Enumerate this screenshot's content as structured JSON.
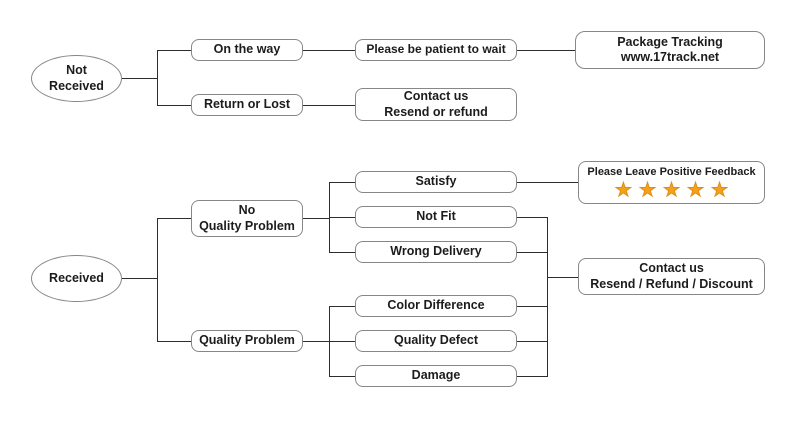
{
  "diagram": {
    "title": "Package received decision flowchart",
    "colors": {
      "background": "#ffffff",
      "box_border": "#878787",
      "connector_line": "#2d2d2d",
      "text": "#1c1c1c",
      "star_fill": "#f6a01d",
      "star_outline": "#e18f0e"
    },
    "nodes": {
      "not_received": {
        "line1": "Not",
        "line2": "Received"
      },
      "received": {
        "label": "Received"
      },
      "on_the_way": {
        "label": "On the way"
      },
      "return_or_lost": {
        "label": "Return or Lost"
      },
      "be_patient": {
        "label": "Please be patient to wait"
      },
      "package_tracking": {
        "line1": "Package Tracking",
        "line2": "www.17track.net"
      },
      "contact_resend_refund": {
        "line1": "Contact us",
        "line2": "Resend or refund"
      },
      "no_quality_problem": {
        "line1": "No",
        "line2": "Quality Problem"
      },
      "quality_problem": {
        "label": "Quality Problem"
      },
      "satisfy": {
        "label": "Satisfy"
      },
      "not_fit": {
        "label": "Not Fit"
      },
      "wrong_delivery": {
        "label": "Wrong Delivery"
      },
      "color_difference": {
        "label": "Color Difference"
      },
      "quality_defect": {
        "label": "Quality Defect"
      },
      "damage": {
        "label": "Damage"
      },
      "positive_feedback": {
        "label": "Please Leave Positive Feedback",
        "stars": "★★★★★",
        "star_count": 5
      },
      "contact_discount": {
        "line1": "Contact us",
        "line2": "Resend / Refund / Discount"
      }
    }
  }
}
